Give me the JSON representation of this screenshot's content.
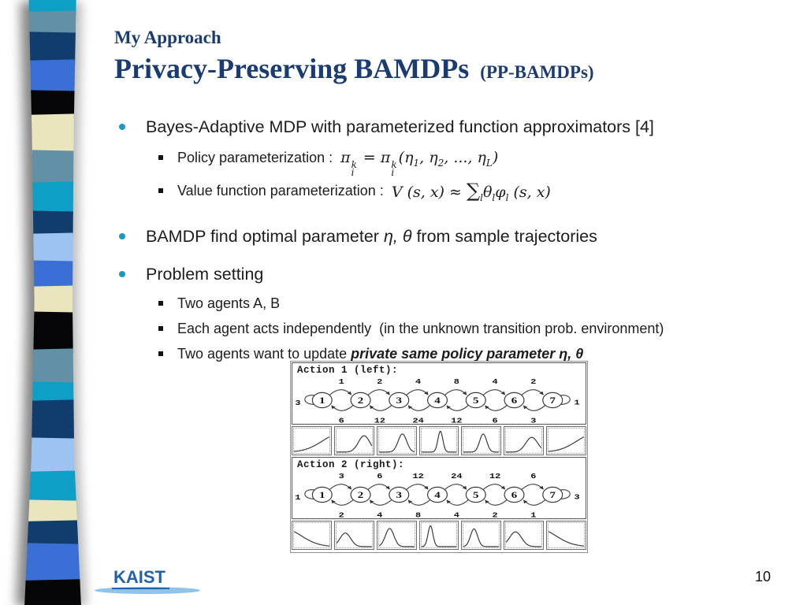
{
  "decor": {
    "accent_teal": "#1b9bc3",
    "title_navy": "#1a3c72",
    "kaist_blue": "#1f63b0",
    "ribbon_bands": [
      [
        "#0f9fc6",
        16
      ],
      [
        "#6290a6",
        27
      ],
      [
        "#103d6e",
        35
      ],
      [
        "#3a70d6",
        39
      ],
      [
        "#060608",
        30
      ],
      [
        "#e9e5bd",
        46
      ],
      [
        "#6290a6",
        40
      ],
      [
        "#0f9fc6",
        37
      ],
      [
        "#103d6e",
        28
      ],
      [
        "#9dc3f2",
        35
      ],
      [
        "#3a70d6",
        32
      ],
      [
        "#e9e5bd",
        33
      ],
      [
        "#060608",
        47
      ],
      [
        "#6290a6",
        42
      ],
      [
        "#0f9fc6",
        23
      ],
      [
        "#103d6e",
        48
      ],
      [
        "#9dc3f2",
        42
      ],
      [
        "#0f9fc6",
        37
      ],
      [
        "#e9e5bd",
        26
      ],
      [
        "#103d6e",
        29
      ],
      [
        "#3a70d6",
        46
      ],
      [
        "#060608",
        32
      ]
    ]
  },
  "header": {
    "kicker": "My Approach",
    "title": "Privacy-Preserving BAMDPs",
    "suffix": "(PP-BAMDPs)"
  },
  "bullets": {
    "b1": "Bayes-Adaptive MDP with parameterized function approximators [4]",
    "b1s1_label": "Policy parameterization :",
    "b1s2_label": "Value function parameterization :",
    "b2_pre": "BAMDP find optimal parameter ",
    "b2_greek": "η, θ",
    "b2_post": " from sample trajectories",
    "b3": "Problem setting",
    "b3s1": "Two agents A, B",
    "b3s2": "Each agent acts independently  (in the unknown transition prob. environment)",
    "b3s3_pre": "Two agents want to update ",
    "b3s3_em": "private same policy parameter η, θ"
  },
  "formulas": {
    "policy": {
      "pi1": "π",
      "sup1": "k",
      "sub1": "i",
      "eq": " = ",
      "pi2": "π",
      "sup2": "k",
      "sub2": "i",
      "open": "(",
      "eta1": "η",
      "s1": "1",
      "c1": ", ",
      "eta2": "η",
      "s2": "2",
      "c2": ", ..., ",
      "eta3": "η",
      "s3": "L",
      "close": ")"
    },
    "value": {
      "V": "V ",
      "args1": "(s, x)",
      "approx": " ≈ ",
      "sum": "∑",
      "sumsub": "l",
      "theta": "θ",
      "thetasub": "l",
      "phi": "φ",
      "phisub": "l",
      "args2": " (s, x)"
    }
  },
  "figure": {
    "panels": [
      {
        "label": "Action 1 (left):",
        "states": [
          "1",
          "2",
          "3",
          "4",
          "5",
          "6",
          "7"
        ],
        "self_left": "3",
        "self_right": "1",
        "forward": [
          "1",
          "2",
          "4",
          "8",
          "4",
          "2"
        ],
        "backward": [
          "6",
          "12",
          "24",
          "12",
          "6",
          "3"
        ],
        "hist": [
          {
            "peak": 1.3,
            "sigma": 0.5,
            "amp": 0.8
          },
          {
            "peak": 0.78,
            "sigma": 0.16,
            "amp": 0.72
          },
          {
            "peak": 0.66,
            "sigma": 0.12,
            "amp": 0.8
          },
          {
            "peak": 0.53,
            "sigma": 0.07,
            "amp": 0.92
          },
          {
            "peak": 0.56,
            "sigma": 0.1,
            "amp": 0.8
          },
          {
            "peak": 0.73,
            "sigma": 0.17,
            "amp": 0.65
          },
          {
            "peak": 1.3,
            "sigma": 0.5,
            "amp": 0.8
          }
        ]
      },
      {
        "label": "Action 2 (right):",
        "states": [
          "1",
          "2",
          "3",
          "4",
          "5",
          "6",
          "7"
        ],
        "self_left": "1",
        "self_right": "3",
        "forward": [
          "3",
          "6",
          "12",
          "24",
          "12",
          "6"
        ],
        "backward": [
          "2",
          "4",
          "8",
          "4",
          "2",
          "1"
        ],
        "hist": [
          {
            "peak": -0.3,
            "sigma": 0.5,
            "amp": 0.8
          },
          {
            "peak": 0.25,
            "sigma": 0.15,
            "amp": 0.6
          },
          {
            "peak": 0.3,
            "sigma": 0.12,
            "amp": 0.8
          },
          {
            "peak": 0.25,
            "sigma": 0.07,
            "amp": 0.92
          },
          {
            "peak": 0.3,
            "sigma": 0.1,
            "amp": 0.78
          },
          {
            "peak": 0.27,
            "sigma": 0.17,
            "amp": 0.65
          },
          {
            "peak": -0.3,
            "sigma": 0.5,
            "amp": 0.8
          }
        ]
      }
    ]
  },
  "footer": {
    "logo": "KAIST",
    "page": "10"
  }
}
